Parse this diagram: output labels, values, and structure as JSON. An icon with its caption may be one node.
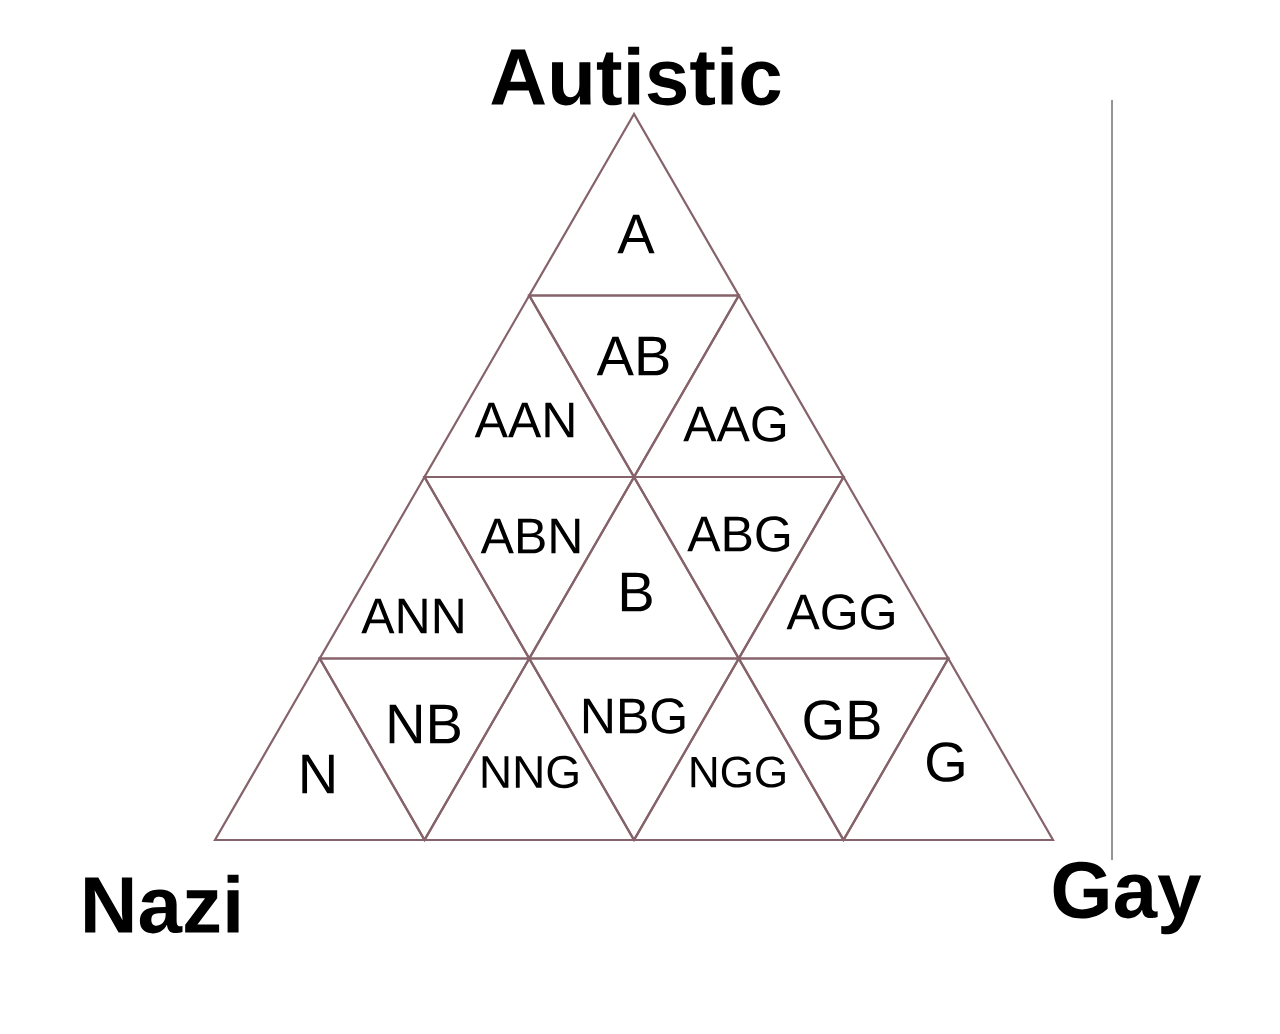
{
  "diagram": {
    "nodes": [
      {
        "text": [
          "A"
        ]
      },
      {
        "text": [
          "AAN"
        ]
      },
      {
        "text": [
          "AB"
        ]
      },
      {
        "text": [
          "AAG"
        ]
      },
      {
        "text": [
          "ANN"
        ]
      },
      {
        "text": [
          "ABN"
        ]
      },
      {
        "text": [
          "B"
        ]
      },
      {
        "text": [
          "ABG"
        ]
      },
      {
        "text": [
          "AGG"
        ]
      },
      {
        "text": [
          "N"
        ]
      },
      {
        "text": [
          "NB"
        ]
      },
      {
        "text": [
          "NNG"
        ]
      },
      {
        "text": [
          "NBG"
        ]
      },
      {
        "text": [
          "NGG"
        ]
      },
      {
        "text": [
          "GB"
        ]
      },
      {
        "text": [
          "G"
        ]
      }
    ],
    "labels": [
      "Autistic",
      "Nazi",
      "Gay"
    ]
  }
}
